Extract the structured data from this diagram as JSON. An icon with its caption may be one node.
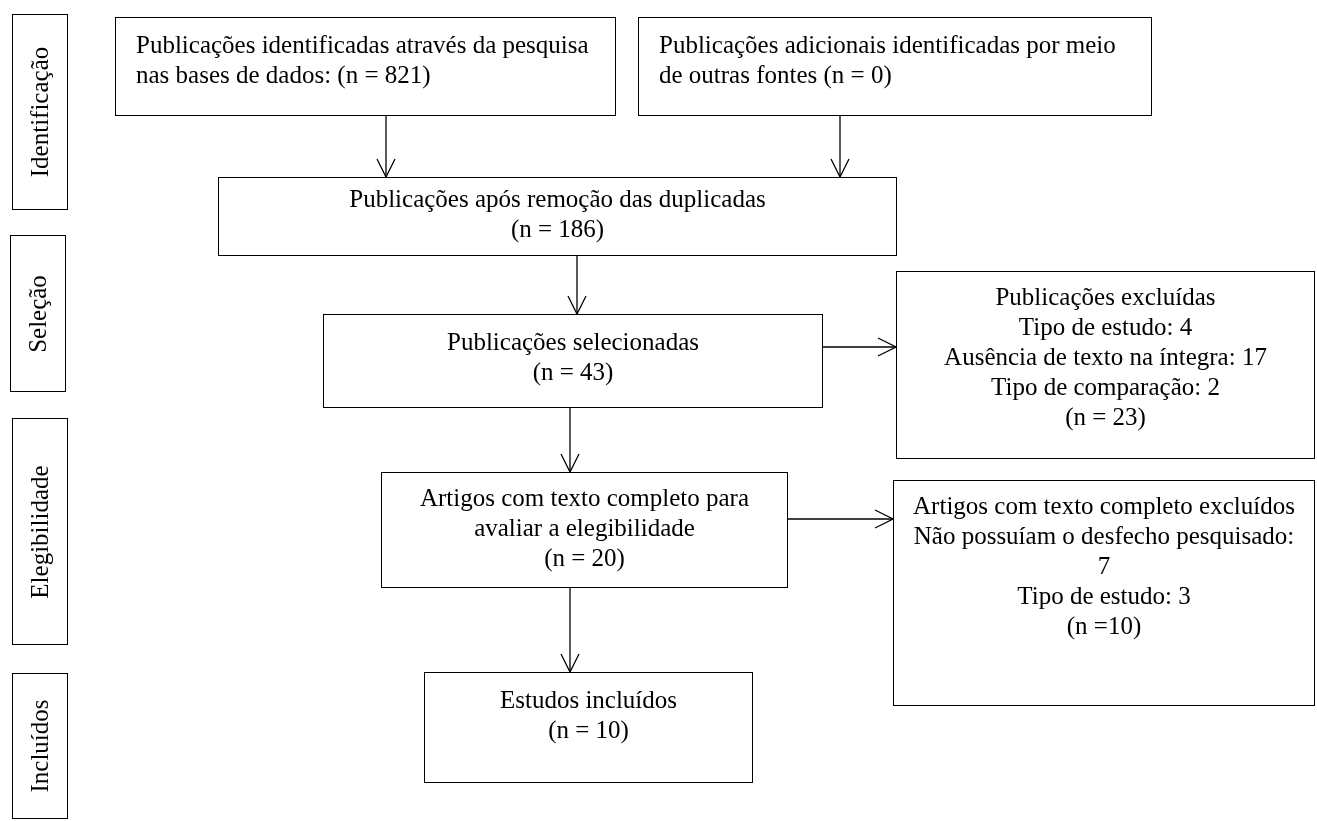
{
  "diagram": {
    "nodes": [
      {
        "text": [
          "Identificação"
        ]
      },
      {
        "text": [
          "Seleção"
        ]
      },
      {
        "text": [
          "Elegibilidade"
        ]
      },
      {
        "text": [
          "Incluídos"
        ]
      },
      {
        "text": [
          "Publicações identificadas através da pesquisa nas bases de dados: (n = 821)"
        ]
      },
      {
        "text": [
          "Publicações adicionais identificadas por meio de outras fontes (n = 0)"
        ]
      },
      {
        "text": [
          "Publicações após remoção das duplicadas",
          "(n = 186)"
        ]
      },
      {
        "text": [
          "Publicações selecionadas",
          "(n = 43)"
        ]
      },
      {
        "text": [
          "Publicações excluídas",
          "Tipo de estudo: 4",
          "Ausência de texto na íntegra: 17",
          "Tipo de comparação: 2",
          "(n = 23)"
        ]
      },
      {
        "text": [
          "Artigos com texto completo para avaliar a elegibilidade",
          "(n = 20)"
        ]
      },
      {
        "text": [
          "Artigos com texto completo excluídos",
          "Não possuíam o desfecho pesquisado: 7",
          "Tipo de estudo: 3",
          "(n =10)"
        ]
      },
      {
        "text": [
          "Estudos incluídos",
          "(n = 10)"
        ]
      }
    ],
    "edges": [
      {
        "from": 4,
        "to": 6,
        "arrow": "to"
      },
      {
        "from": 5,
        "to": 6,
        "arrow": "to"
      },
      {
        "from": 6,
        "to": 7,
        "arrow": "to"
      },
      {
        "from": 7,
        "to": 8,
        "arrow": "to"
      },
      {
        "from": 7,
        "to": 9,
        "arrow": "to"
      },
      {
        "from": 9,
        "to": 10,
        "arrow": "to"
      },
      {
        "from": 9,
        "to": 11,
        "arrow": "to"
      }
    ]
  }
}
